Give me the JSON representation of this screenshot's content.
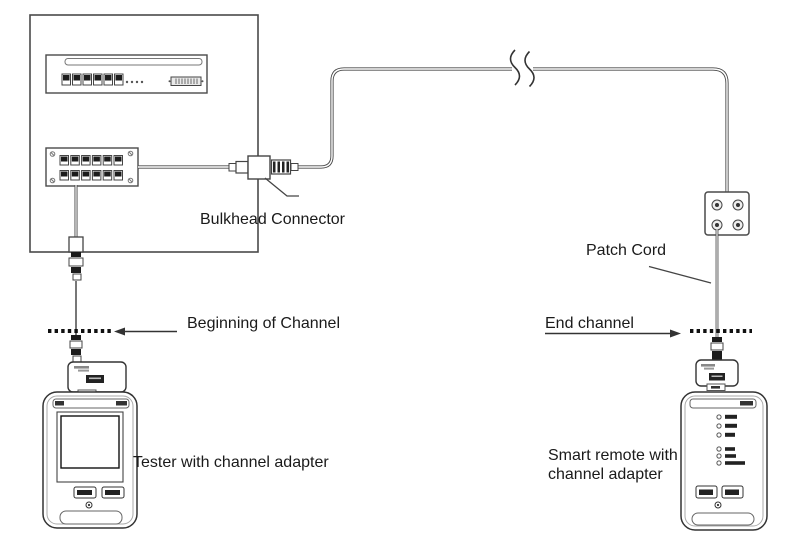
{
  "figure": {
    "type": "channel-test-wiring-diagram",
    "labels": {
      "bulkhead_connector": "Bulkhead Connector",
      "beginning_of_channel": "Beginning of Channel",
      "end_channel": "End channel",
      "patch_cord": "Patch Cord",
      "tester_caption": "Tester with channel adapter",
      "smart_remote_caption": "Smart remote with channel adapter"
    },
    "components": [
      "equipment-box",
      "network-switch",
      "patch-panel",
      "bulkhead-connector",
      "horizontal-cable",
      "cable-break-symbol",
      "wall-outlet-plate",
      "patch-cord",
      "channel-boundary-dashed-line-left",
      "channel-boundary-dashed-line-right",
      "tester-with-channel-adapter",
      "smart-remote-with-channel-adapter"
    ],
    "colors": {
      "line": "#3c3c3c",
      "text": "#1a1a1a",
      "dark_fill": "#1c1c1c",
      "background": "#ffffff"
    }
  }
}
